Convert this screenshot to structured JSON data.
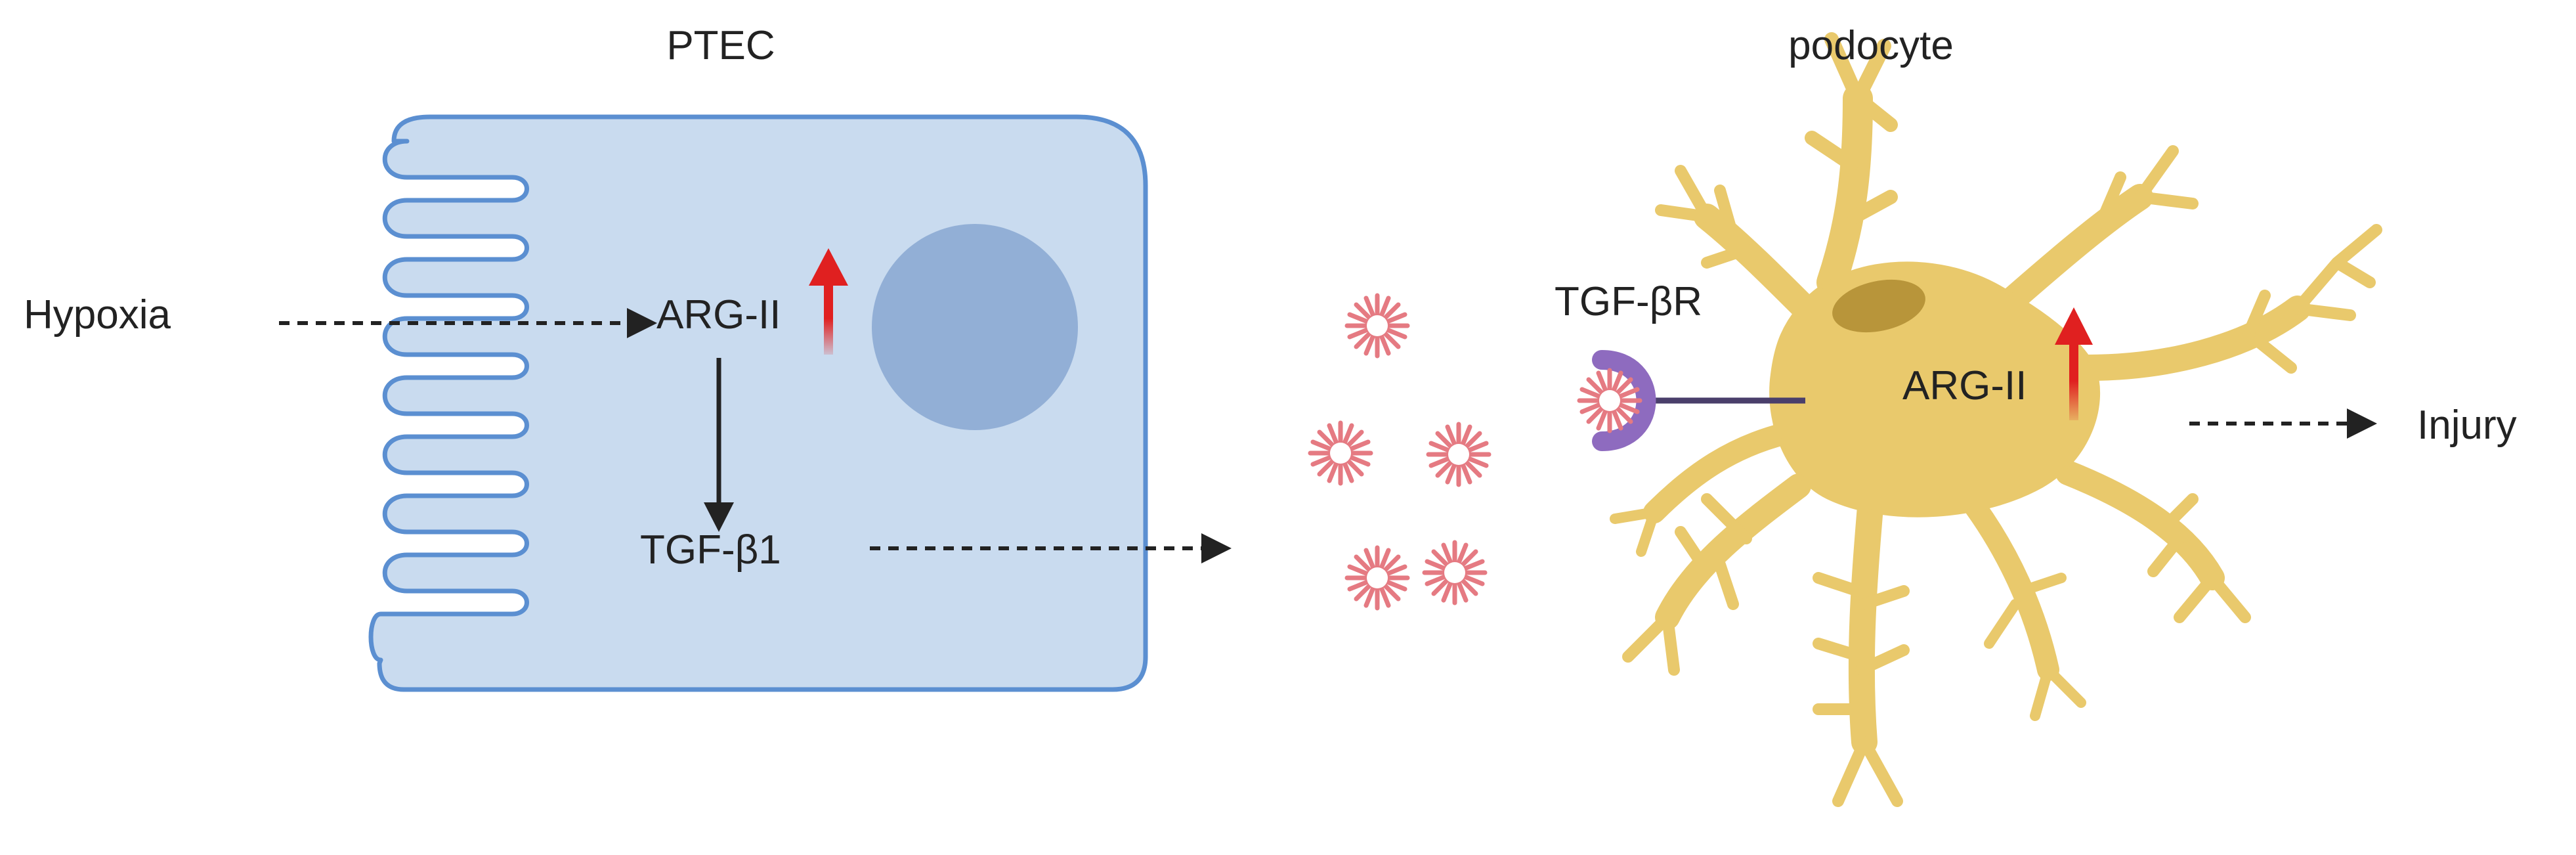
{
  "labels": {
    "ptec": "PTEC",
    "podocyte": "podocyte",
    "hypoxia": "Hypoxia",
    "arg_ii_ptec": "ARG-II",
    "tgf_b1": "TGF-β1",
    "tgf_br": "TGF-βR",
    "arg_ii_podocyte": "ARG-II",
    "injury": "Injury"
  },
  "colors": {
    "ptec_fill": "#c9dbef",
    "ptec_stroke": "#5b8fd1",
    "nucleus": "#92afd6",
    "podocyte_fill": "#e9c96c",
    "podocyte_nucleus": "#b8953a",
    "receptor": "#8e6bbf",
    "particle": "#e57a82",
    "up_arrow": "#e02020",
    "arrow": "#222222"
  },
  "icons": {
    "up_regulation": "red-up-arrow-icon",
    "tgf_particle": "tgf-beta1-particle-icon",
    "receptor": "tgf-beta-receptor-icon"
  }
}
